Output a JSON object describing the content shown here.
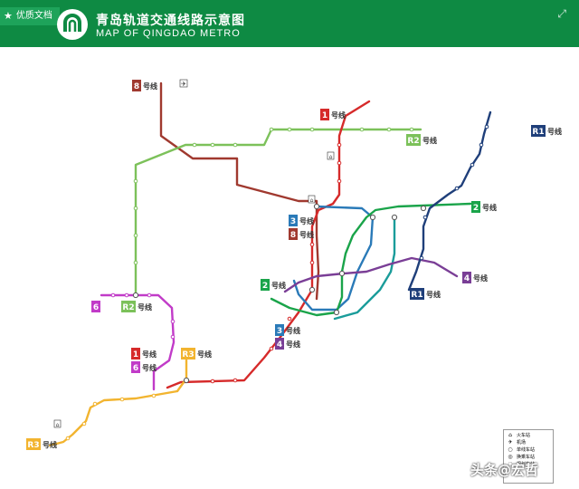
{
  "header": {
    "badge_label": "优质文档",
    "title_zh": "青岛轨道交通线路示意图",
    "title_en": "MAP OF QINGDAO METRO",
    "brand_color": "#0e8a43"
  },
  "line_tags": [
    {
      "code": "8",
      "suffix": "号线",
      "color": "#a0392f"
    },
    {
      "code": "1",
      "suffix": "号线",
      "color": "#d62a2a"
    },
    {
      "code": "R2",
      "suffix": "号线",
      "color": "#7cc15a"
    },
    {
      "code": "3",
      "suffix": "号线",
      "color": "#2a7ab8"
    },
    {
      "code": "8",
      "suffix": "号线",
      "color": "#a0392f"
    },
    {
      "code": "2",
      "suffix": "号线",
      "color": "#1aa44a"
    },
    {
      "code": "R1",
      "suffix": "号线",
      "color": "#1f3f7a"
    },
    {
      "code": "2",
      "suffix": "号线",
      "color": "#1aa44a"
    },
    {
      "code": "4",
      "suffix": "号线",
      "color": "#7a3e96"
    },
    {
      "code": "R1",
      "suffix": "号线",
      "color": "#1f3f7a"
    },
    {
      "code": "6",
      "suffix": "",
      "color": "#c13bc8"
    },
    {
      "code": "R2",
      "suffix": "号线",
      "color": "#7cc15a"
    },
    {
      "code": "3",
      "suffix": "号线",
      "color": "#2a7ab8"
    },
    {
      "code": "4",
      "suffix": "号线",
      "color": "#7a3e96"
    },
    {
      "code": "1",
      "suffix": "号线",
      "color": "#d62a2a"
    },
    {
      "code": "R3",
      "suffix": "号线",
      "color": "#f2b42f"
    },
    {
      "code": "6",
      "suffix": "号线",
      "color": "#c13bc8"
    },
    {
      "code": "R3",
      "suffix": "号线",
      "color": "#f2b42f"
    }
  ],
  "line_colors": {
    "line1": "#d62a2a",
    "line2": "#1aa44a",
    "line3": "#2a7ab8",
    "line4": "#7a3e96",
    "line6": "#c13bc8",
    "line8": "#a0392f",
    "R1": "#1f3f7a",
    "R2": "#7cc15a",
    "R3": "#f2b42f",
    "teal": "#1a9c9a"
  },
  "legend": {
    "items": [
      {
        "symbol": "train-icon",
        "label": "火车站"
      },
      {
        "symbol": "airport-icon",
        "label": "机场"
      },
      {
        "symbol": "station-icon",
        "label": "单线车站"
      },
      {
        "symbol": "transfer-icon",
        "label": "换乘车站"
      },
      {
        "symbol": "planned-icon",
        "label": "规划车站"
      }
    ]
  },
  "watermark": "头条@宏哲"
}
